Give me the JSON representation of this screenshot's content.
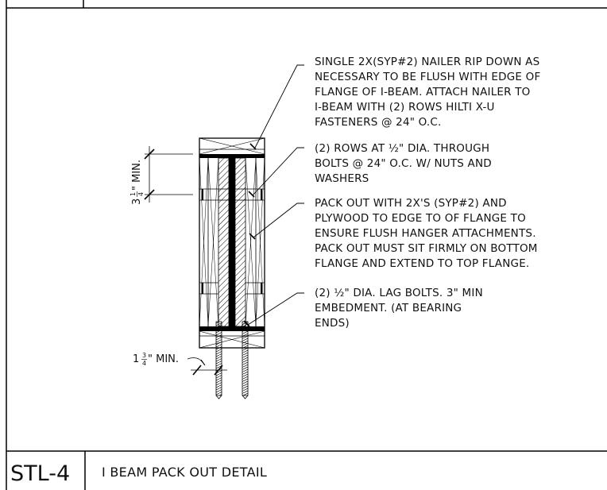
{
  "detail": {
    "tag": "STL-4",
    "title": "I BEAM PACK OUT DETAIL"
  },
  "notes": [
    {
      "id": "nailer",
      "lines": [
        "SINGLE 2X(SYP#2) NAILER RIP DOWN AS",
        "NECESSARY TO BE FLUSH WITH EDGE OF",
        "FLANGE OF I-BEAM.  ATTACH NAILER TO",
        "I-BEAM WITH (2) ROWS HILTI X-U",
        "FASTENERS @ 24\" O.C."
      ]
    },
    {
      "id": "through-bolts",
      "lines": [
        "(2) ROWS AT ½\" DIA. THROUGH",
        "BOLTS @ 24\" O.C. W/ NUTS AND",
        "WASHERS"
      ]
    },
    {
      "id": "pack-out",
      "lines": [
        "PACK OUT WITH 2X'S (SYP#2) AND",
        "PLYWOOD TO EDGE TO OF FLANGE TO",
        "ENSURE FLUSH HANGER ATTACHMENTS.",
        "PACK OUT MUST SIT FIRMLY ON BOTTOM",
        "FLANGE AND EXTEND TO TOP FLANGE."
      ]
    },
    {
      "id": "lag-bolts",
      "lines": [
        "(2) ½\" DIA. LAG BOLTS. 3\" MIN",
        "EMBEDMENT. (AT BEARING",
        "ENDS)"
      ]
    }
  ],
  "dimensions": {
    "vertical": {
      "whole": "3",
      "num": "1",
      "den": "4",
      "suffix": "\" MIN."
    },
    "horizontal": {
      "whole": "1",
      "num": "3",
      "den": "4",
      "suffix": "\" MIN."
    }
  }
}
